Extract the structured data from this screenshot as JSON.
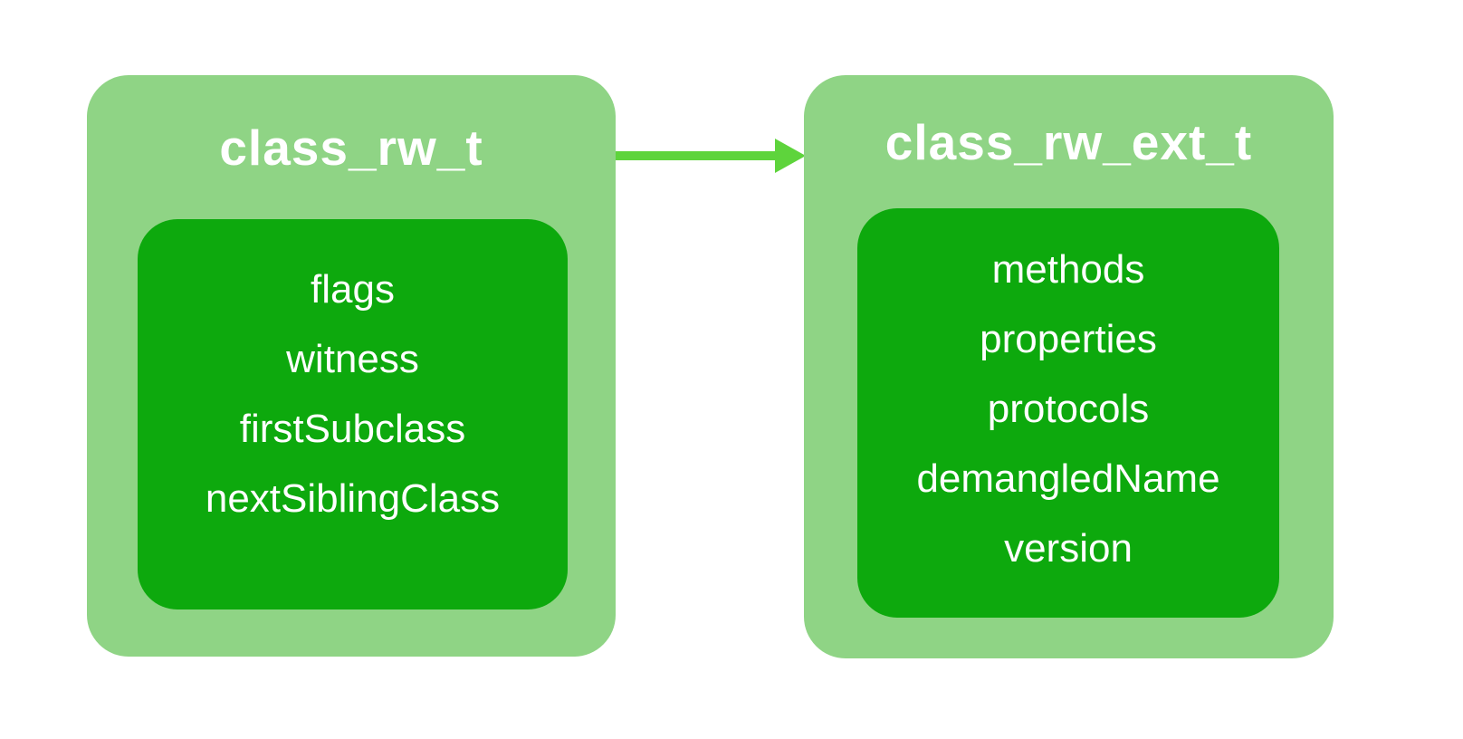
{
  "diagram": {
    "colors": {
      "background": "#FFFFFF",
      "node_fill": "#8FD485",
      "fields_fill": "#0DA90D",
      "arrow": "#5ED43C",
      "text": "#FFFFFF"
    },
    "nodes": [
      {
        "title": "class_rw_t",
        "fields": [
          "flags",
          "witness",
          "firstSubclass",
          "nextSiblingClass"
        ]
      },
      {
        "title": "class_rw_ext_t",
        "fields": [
          "methods",
          "properties",
          "protocols",
          "demangledName",
          "version"
        ]
      }
    ],
    "arrow": {
      "from": "class_rw_t",
      "to": "class_rw_ext_t",
      "direction": "right"
    }
  }
}
